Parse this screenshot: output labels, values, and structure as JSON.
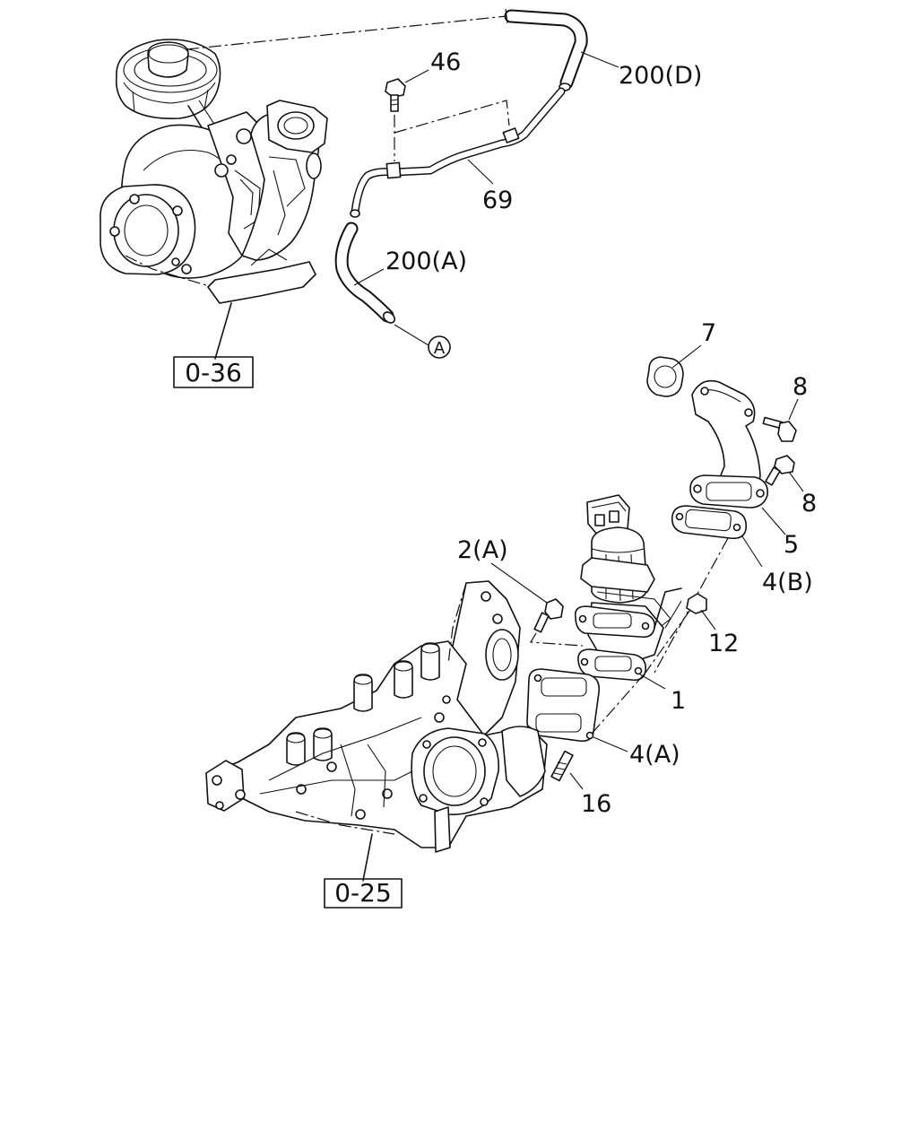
{
  "labels": {
    "p46": "46",
    "p200d": "200(D)",
    "p69": "69",
    "p200a": "200(A)",
    "callout_a": "A",
    "p7": "7",
    "p8_top": "8",
    "p8_bottom": "8",
    "p5": "5",
    "p4b": "4(B)",
    "p2a": "2(A)",
    "p12": "12",
    "p1": "1",
    "p4a": "4(A)",
    "p16": "16"
  },
  "references": {
    "turbo": "0-36",
    "manifold": "0-25"
  }
}
